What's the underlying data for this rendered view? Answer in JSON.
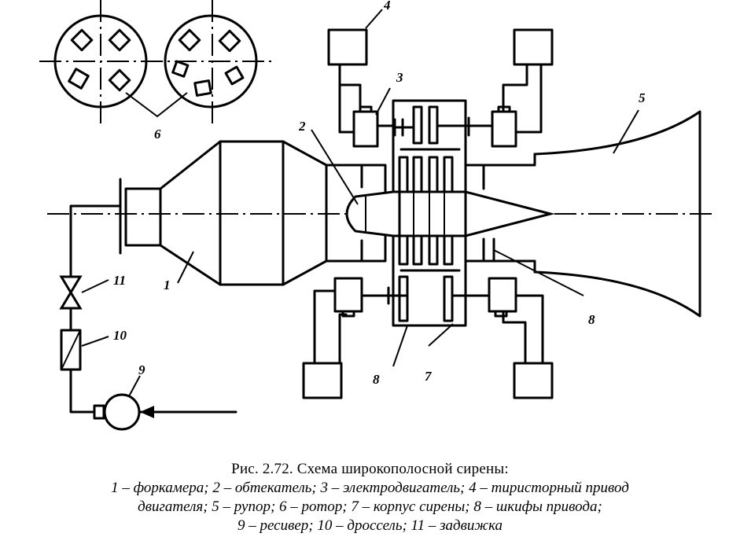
{
  "labels": {
    "n1": "1",
    "n2": "2",
    "n3": "3",
    "n4": "4",
    "n5": "5",
    "n6": "6",
    "n7": "7",
    "n8a": "8",
    "n8b": "8",
    "n9": "9",
    "n10": "10",
    "n11": "11"
  },
  "caption": {
    "title": "Рис. 2.72. Схема широкополосной сирены:",
    "legend_lines": [
      "1 – форкамера; 2 – обтекатель; 3 – электродвигатель; 4 – тиристорный привод",
      "двигателя; 5 – рупор; 6 – ротор; 7 – корпус сирены; 8 – шкифы привода;",
      "9 – ресивер; 10 – дроссель; 11 – задвижка"
    ]
  }
}
